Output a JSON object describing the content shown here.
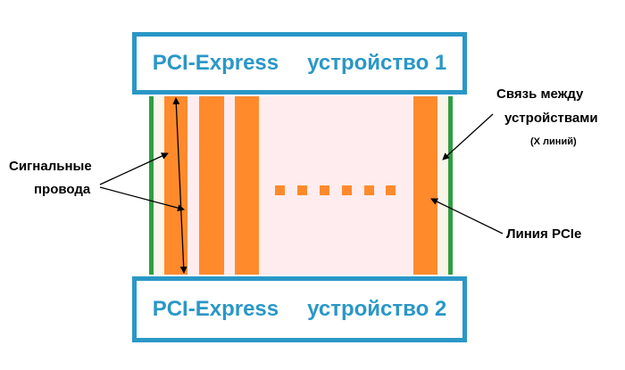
{
  "devices": {
    "top": {
      "name": "PCI-Express",
      "label": "устройство 1"
    },
    "bottom": {
      "name": "PCI-Express",
      "label": "устройство 2"
    }
  },
  "annotations": {
    "signal_wires": {
      "line1": "Сигнальные",
      "line2": "провода"
    },
    "link": {
      "line1": "Связь между",
      "line2": "устройствами",
      "line3": "(X линий)"
    },
    "lane": "Линия PCIe"
  },
  "colors": {
    "device_border": "#2a97c7",
    "lane": "#ff8a2c",
    "link_background": "#ffecee",
    "link_edge": "#2f9e44"
  }
}
